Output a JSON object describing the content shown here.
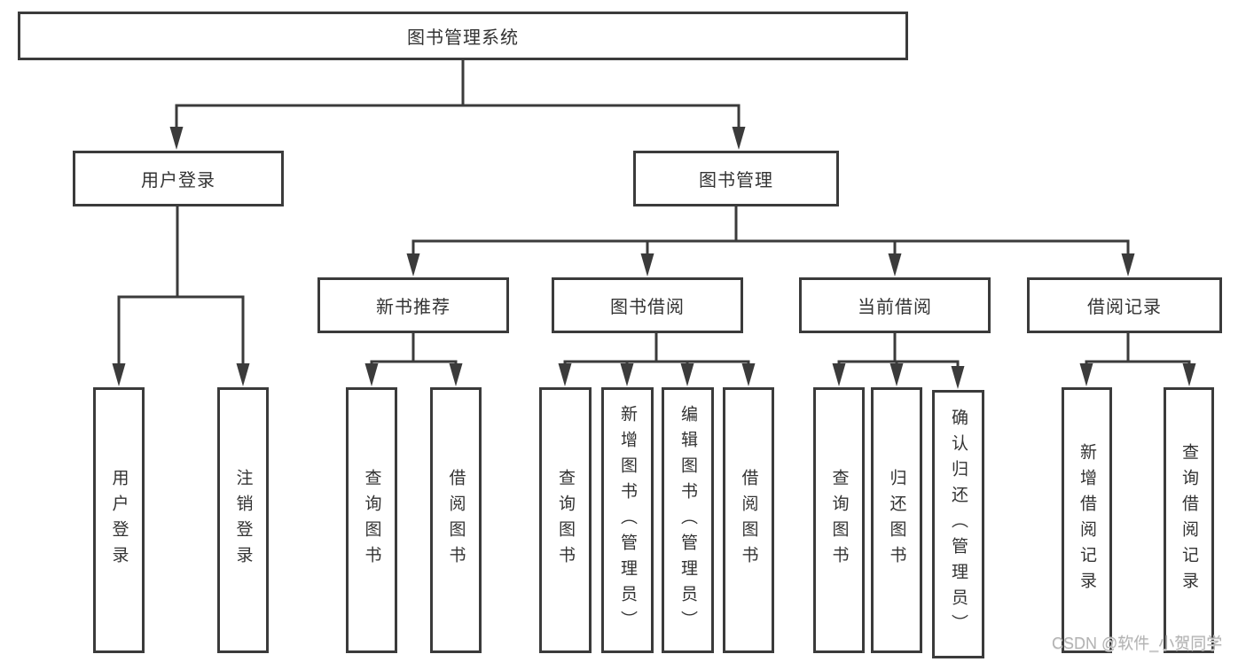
{
  "colors": {
    "line": "#3b3b3b",
    "box_border": "#3b3b3b",
    "text": "#333333",
    "background": "#ffffff",
    "watermark": "#b3b3b3"
  },
  "nodes": {
    "root": {
      "label": "图书管理系统"
    },
    "user_login": {
      "label": "用户登录"
    },
    "book_mgmt": {
      "label": "图书管理"
    },
    "new_books": {
      "label": "新书推荐"
    },
    "book_borrow": {
      "label": "图书借阅"
    },
    "current_borrow": {
      "label": "当前借阅"
    },
    "borrow_records": {
      "label": "借阅记录"
    },
    "leaf_user_login": {
      "label": "用户登录"
    },
    "leaf_logout": {
      "label": "注销登录"
    },
    "nb_query": {
      "label": "查询图书"
    },
    "nb_borrow": {
      "label": "借阅图书"
    },
    "bb_query": {
      "label": "查询图书"
    },
    "bb_add": {
      "label": "新增图书（管理员）"
    },
    "bb_edit": {
      "label": "编辑图书（管理员）"
    },
    "bb_borrow": {
      "label": "借阅图书"
    },
    "cb_query": {
      "label": "查询图书"
    },
    "cb_return": {
      "label": "归还图书"
    },
    "cb_confirm": {
      "label": "确认归还（管理员）"
    },
    "br_add": {
      "label": "新增借阅记录"
    },
    "br_query": {
      "label": "查询借阅记录"
    }
  },
  "hierarchy": {
    "图书管理系统": {
      "用户登录": [
        "用户登录",
        "注销登录"
      ],
      "图书管理": {
        "新书推荐": [
          "查询图书",
          "借阅图书"
        ],
        "图书借阅": [
          "查询图书",
          "新增图书（管理员）",
          "编辑图书（管理员）",
          "借阅图书"
        ],
        "当前借阅": [
          "查询图书",
          "归还图书",
          "确认归还（管理员）"
        ],
        "借阅记录": [
          "新增借阅记录",
          "查询借阅记录"
        ]
      }
    }
  },
  "watermark": {
    "text": "CSDN @软件_小贺同学"
  }
}
